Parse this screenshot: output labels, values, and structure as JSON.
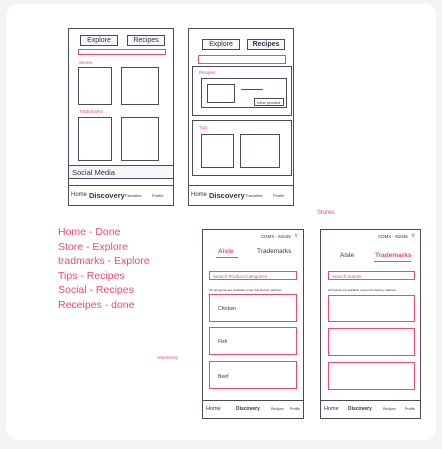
{
  "frame1": {
    "tabs": [
      "Explore",
      "Recipes"
    ],
    "stores_label": "Stores",
    "trademarks_label": "Trademarks",
    "social_media": "Social Media",
    "nav": [
      "Home",
      "Discovery",
      "Favorites",
      "Profile"
    ]
  },
  "frame2": {
    "tabs": [
      "Explore",
      "Recipes"
    ],
    "recipes_label": "Recipes",
    "view_product": "View product",
    "tips_label": "Tips",
    "nav": [
      "Home",
      "Discovery",
      "Favorites",
      "Profile"
    ]
  },
  "stores_heading": "Stores",
  "notes": [
    "Home - Done",
    "Store - Explore",
    "tradmarks - Explore",
    "Tips - Recipes",
    "Social - Recipes",
    "Receipes - done"
  ],
  "side_label": "Monterrey",
  "frame3": {
    "location": "CDMX - 91045",
    "chevron": "∨",
    "tabs": [
      "Aisle",
      "Trademarks"
    ],
    "search": "Search Product Categories",
    "caption": "All categories are available under this delivery address",
    "categories": [
      "Chicken",
      "Fish",
      "Beef"
    ],
    "nav": [
      "Home",
      "Discovery",
      "Recipes",
      "Profile"
    ]
  },
  "frame4": {
    "location": "CDMX - 91045",
    "chevron": "∨",
    "tabs": [
      "Aisle",
      "Trademarks"
    ],
    "search": "Search brands",
    "caption": "All brands are available under this delivery address",
    "nav": [
      "Home",
      "Discovery",
      "Recipes",
      "Profile"
    ]
  },
  "colors": {
    "accent": "#e84a7a",
    "outline": "#4a4a5e"
  }
}
